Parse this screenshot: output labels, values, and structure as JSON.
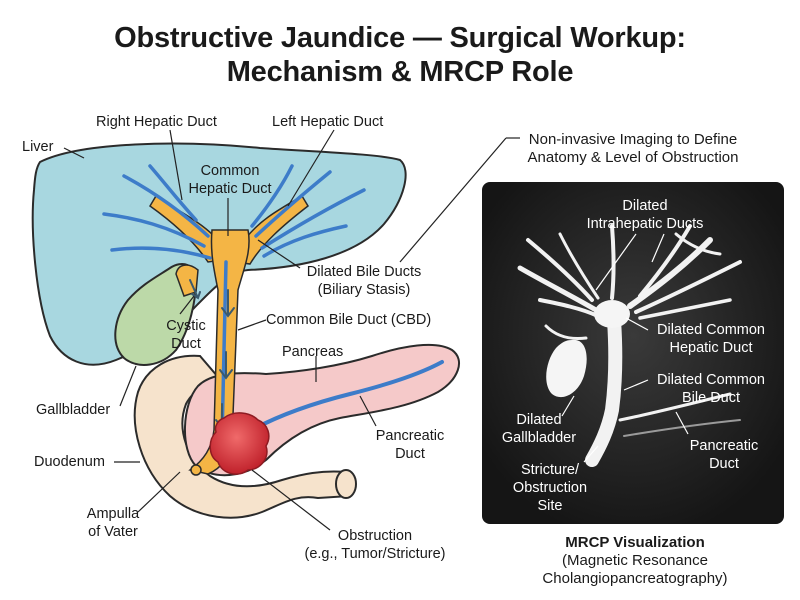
{
  "title": {
    "line1": "Obstructive Jaundice — Surgical Workup:",
    "line2": "Mechanism & MRCP Role"
  },
  "anatomy_labels": {
    "liver": "Liver",
    "right_hepatic_duct": "Right Hepatic Duct",
    "left_hepatic_duct": "Left Hepatic Duct",
    "common_hepatic_duct_1": "Common",
    "common_hepatic_duct_2": "Hepatic Duct",
    "dilated_bile_ducts_1": "Dilated Bile Ducts",
    "dilated_bile_ducts_2": "(Biliary Stasis)",
    "cystic_duct_1": "Cystic",
    "cystic_duct_2": "Duct",
    "cbd": "Common Bile Duct (CBD)",
    "pancreas": "Pancreas",
    "gallbladder": "Gallbladder",
    "pancreatic_duct_1": "Pancreatic",
    "pancreatic_duct_2": "Duct",
    "duodenum": "Duodenum",
    "ampulla_1": "Ampulla",
    "ampulla_2": "of Vater",
    "obstruction_1": "Obstruction",
    "obstruction_2": "(e.g., Tumor/Stricture)"
  },
  "mrcp": {
    "intro_1": "Non-invasive Imaging to Define",
    "intro_2": "Anatomy & Level of Obstruction",
    "labels": {
      "intrahepatic_1": "Dilated",
      "intrahepatic_2": "Intrahepatic Ducts",
      "chd_1": "Dilated Common",
      "chd_2": "Hepatic Duct",
      "cbd_1": "Dilated Common",
      "cbd_2": "Bile Duct",
      "gallbladder_1": "Dilated",
      "gallbladder_2": "Gallbladder",
      "pancreatic_1": "Pancreatic",
      "pancreatic_2": "Duct",
      "stricture_1": "Stricture/",
      "stricture_2": "Obstruction",
      "stricture_3": "Site"
    },
    "caption_1": "MRCP Visualization",
    "caption_2": "(Magnetic Resonance",
    "caption_3": "Cholangiopancreatography)"
  },
  "colors": {
    "liver": "#a8d7e0",
    "gallbladder": "#bcd9a8",
    "duodenum": "#f6e3cc",
    "pancreas": "#f5c9c9",
    "bile": "#f4b545",
    "duct_blue": "#3d7cc9",
    "tumor": "#d8333a",
    "mrcp_bg": "#1e1e1e"
  }
}
